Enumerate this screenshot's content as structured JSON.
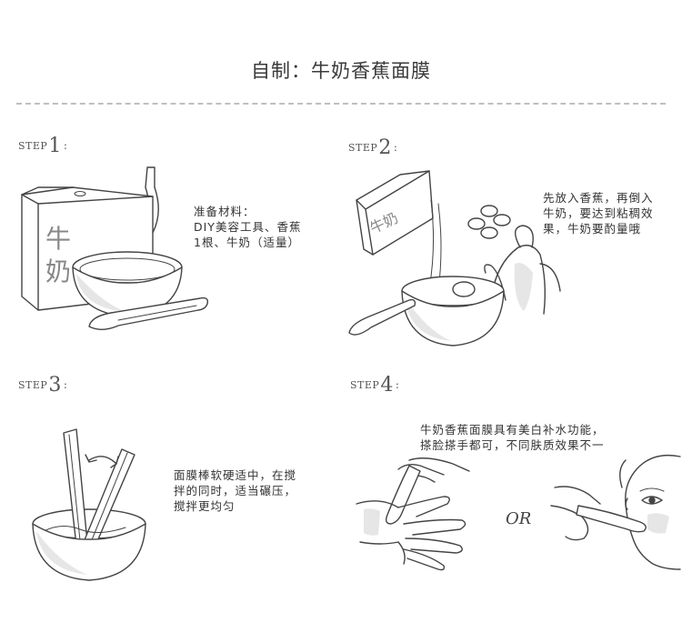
{
  "page": {
    "title": "自制：牛奶香蕉面膜"
  },
  "steps": [
    {
      "label": "STEP",
      "number": "1",
      "colon": ":",
      "lines": [
        "准备材料：",
        "DIY美容工具、香蕉",
        "1根、牛奶（适量）"
      ],
      "carton_text": [
        "牛",
        "奶"
      ]
    },
    {
      "label": "STEP",
      "number": "2",
      "colon": ":",
      "lines": [
        "先放入香蕉，再倒入",
        "牛奶，要达到粘稠效",
        "果，牛奶要酌量哦"
      ],
      "carton_text": "牛奶"
    },
    {
      "label": "STEP",
      "number": "3",
      "colon": ":",
      "lines": [
        "面膜棒软硬适中，在搅",
        "拌的同时，适当碾压，",
        "搅拌更均匀"
      ]
    },
    {
      "label": "STEP",
      "number": "4",
      "colon": ":",
      "lines": [
        "牛奶香蕉面膜具有美白补水功能，",
        "搽脸搽手都可，不同肤质效果不一"
      ],
      "or_label": "OR"
    }
  ]
}
